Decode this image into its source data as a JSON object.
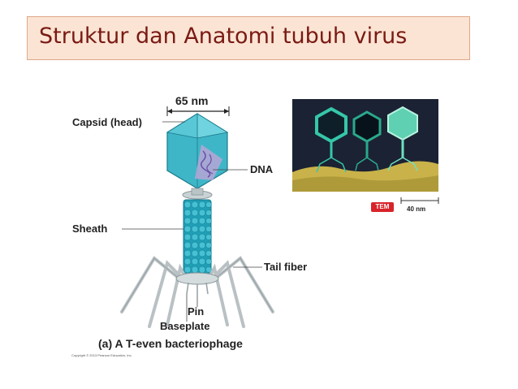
{
  "slide": {
    "title": "Struktur dan Anatomi tubuh virus"
  },
  "diagram": {
    "scale_label": "65 nm",
    "capsid_label": "Capsid (head)",
    "dna_label": "DNA",
    "sheath_label": "Sheath",
    "tail_fiber_label": "Tail fiber",
    "pin_label": "Pin",
    "baseplate_label": "Baseplate",
    "caption_prefix": "(a)",
    "caption": "A T-even bacteriophage",
    "copyright": "Copyright © 2013 Pearson Education, Inc."
  },
  "micrograph": {
    "badge": "TEM",
    "scale_bar": "40 nm"
  },
  "colors": {
    "title_text": "#7a1a14",
    "title_bg": "#fbe4d4",
    "capsid": "#3fb6c8",
    "sheath": "#1f9fb6",
    "tem_badge": "#d8232a"
  }
}
